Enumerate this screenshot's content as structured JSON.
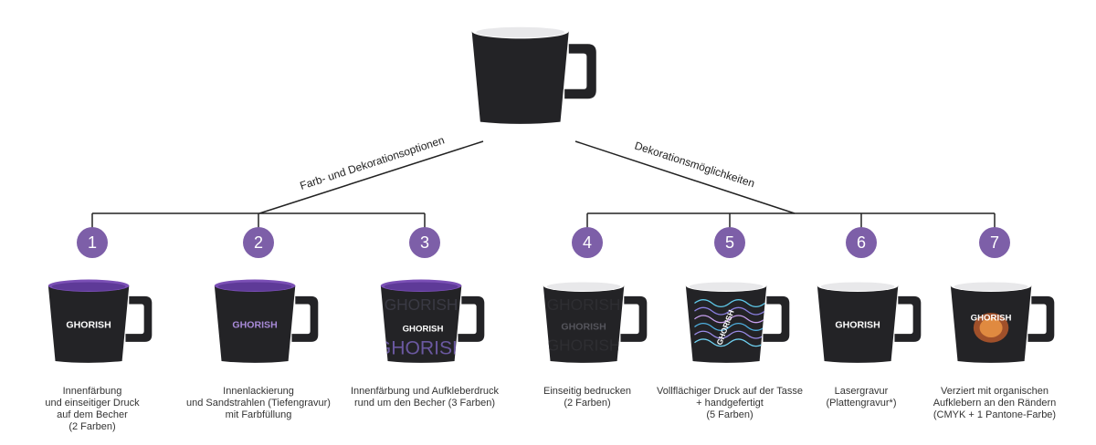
{
  "branches": {
    "left_label": "Farb- und Dekorationsoptionen",
    "right_label": "Dekorationsmöglichkeiten"
  },
  "logo_text": "GHORISH",
  "colors": {
    "accent": "#7d5fa8",
    "mug_body": "#232326",
    "purple_inner": "#7a4fb5"
  },
  "options": [
    {
      "number": "1",
      "lines": [
        "Innenfärbung",
        "und einseitiger Druck",
        "auf dem Becher",
        "(2 Farben)"
      ]
    },
    {
      "number": "2",
      "lines": [
        "Innenlackierung",
        "und Sandstrahlen (Tiefengravur)",
        "mit Farbfüllung"
      ]
    },
    {
      "number": "3",
      "lines": [
        "Innenfärbung und Aufkleberdruck",
        "rund um den Becher (3 Farben)"
      ]
    },
    {
      "number": "4",
      "lines": [
        "Einseitig bedrucken",
        "(2 Farben)"
      ]
    },
    {
      "number": "5",
      "lines": [
        "Vollflächiger Druck auf der Tasse",
        "+ handgefertigt",
        "(5 Farben)"
      ]
    },
    {
      "number": "6",
      "lines": [
        "Lasergravur",
        "(Plattengravur*)"
      ]
    },
    {
      "number": "7",
      "lines": [
        "Verziert mit organischen",
        "Aufklebern an den Rändern",
        "(CMYK + 1 Pantone-Farbe)"
      ]
    }
  ]
}
